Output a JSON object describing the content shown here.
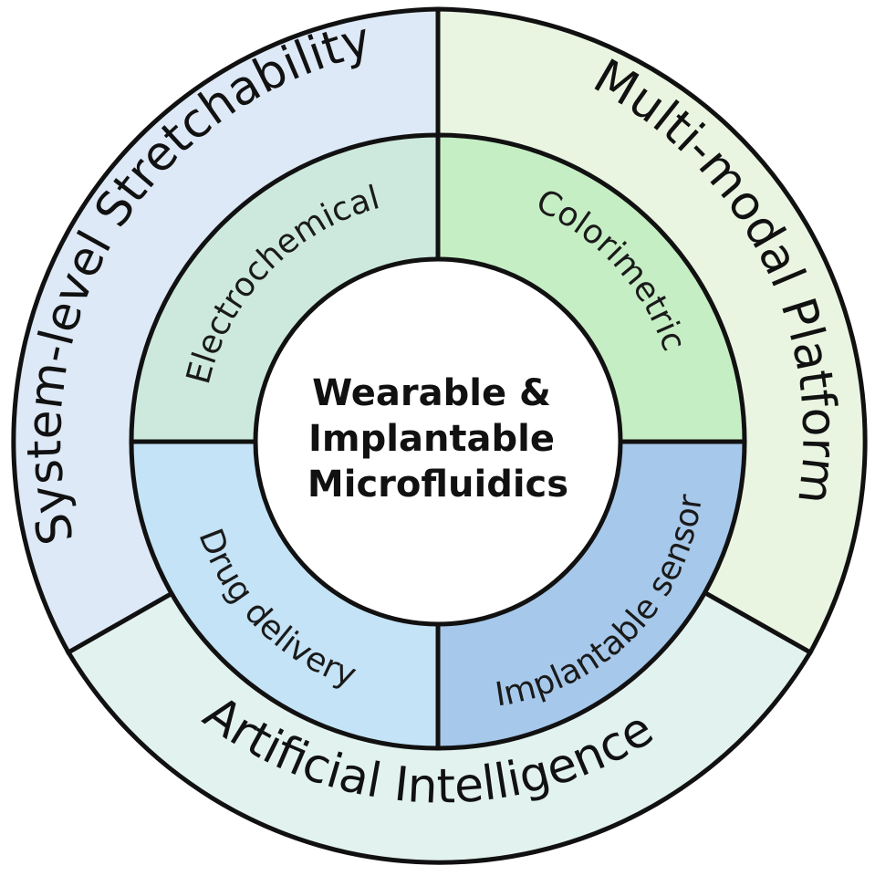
{
  "center": {
    "lines": [
      "Wearable &",
      "Implantable",
      "Microfluidics"
    ],
    "fill": "#ffffff"
  },
  "outer_ring": {
    "segments": [
      {
        "label": "System-level Stretchability",
        "fill": "#dde9f6"
      },
      {
        "label": "Multi-modal Platform",
        "fill": "#e9f5e1"
      },
      {
        "label": "Artificial Intelligence",
        "fill": "#e2f2ef"
      }
    ]
  },
  "inner_ring": {
    "segments": [
      {
        "label": "Electrochemical",
        "fill": "#cde9dd"
      },
      {
        "label": "Colorimetric",
        "fill": "#c6eec4"
      },
      {
        "label": "Implantable sensor",
        "fill": "#a6c8ea"
      },
      {
        "label": "Drug delivery",
        "fill": "#c4e3f6"
      }
    ]
  },
  "colors": {
    "outline": "#111111",
    "text": "#111111"
  }
}
